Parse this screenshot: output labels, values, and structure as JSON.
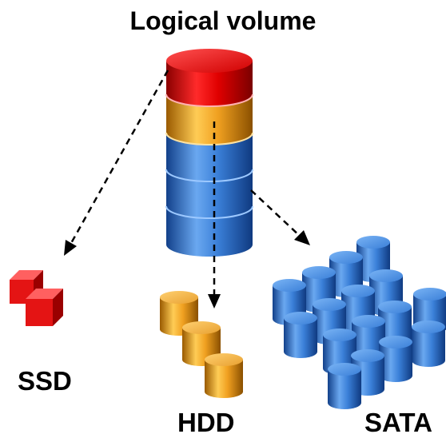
{
  "title": "Logical volume",
  "tiers": {
    "ssd": {
      "label": "SSD",
      "color": "#e01010",
      "icon": "cube-icon",
      "count": 2
    },
    "hdd": {
      "label": "HDD",
      "color": "#f0a020",
      "icon": "cylinder-icon",
      "count": 3
    },
    "sata": {
      "label": "SATA",
      "color": "#3a7fd8",
      "icon": "cylinder-icon",
      "count": 16
    }
  },
  "volume_stack": [
    "red",
    "orange",
    "blue",
    "blue",
    "blue"
  ],
  "colors": {
    "red": "#e01010",
    "orange": "#f0a020",
    "blue": "#3a7fd8",
    "arrow": "#000000"
  }
}
